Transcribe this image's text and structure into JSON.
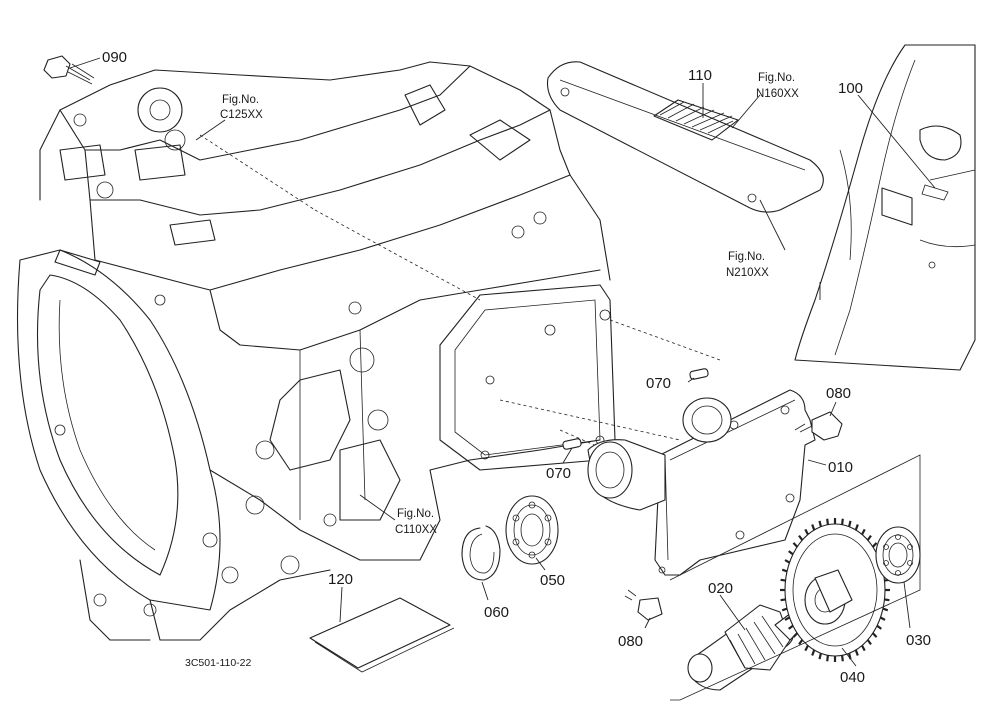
{
  "parts": [
    {
      "id": "p090",
      "label": "090"
    },
    {
      "id": "p110",
      "label": "110"
    },
    {
      "id": "p100",
      "label": "100"
    },
    {
      "id": "p070a",
      "label": "070"
    },
    {
      "id": "p080a",
      "label": "080"
    },
    {
      "id": "p070b",
      "label": "070"
    },
    {
      "id": "p010",
      "label": "010"
    },
    {
      "id": "p050",
      "label": "050"
    },
    {
      "id": "p060",
      "label": "060"
    },
    {
      "id": "p120",
      "label": "120"
    },
    {
      "id": "p020",
      "label": "020"
    },
    {
      "id": "p080b",
      "label": "080"
    },
    {
      "id": "p030",
      "label": "030"
    },
    {
      "id": "p040",
      "label": "040"
    }
  ],
  "fig_refs": [
    {
      "id": "c125",
      "line1": "Fig.No.",
      "line2": "C125XX"
    },
    {
      "id": "n160",
      "line1": "Fig.No.",
      "line2": "N160XX"
    },
    {
      "id": "n210",
      "line1": "Fig.No.",
      "line2": "N210XX"
    },
    {
      "id": "c110",
      "line1": "Fig.No.",
      "line2": "C110XX"
    }
  ],
  "drawing_code": "3C501-110-22"
}
